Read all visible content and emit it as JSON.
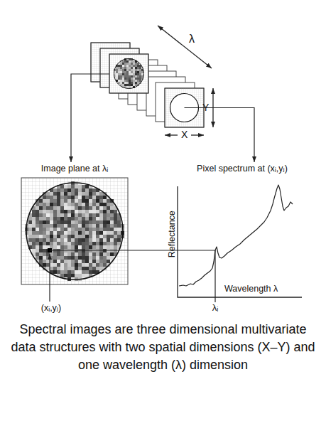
{
  "diagram": {
    "caption": "Spectral images are three dimensional multivariate data structures with two spatial dimensions (X–Y) and one wavelength (λ) dimension",
    "nodes": [
      {
        "text": [
          "λ",
          "Y",
          "X"
        ]
      },
      {
        "text": [
          "Image plane at λᵢ"
        ]
      },
      {
        "text": [
          "Pixel spectrum at (xᵢ,yⱼ)",
          "Reflectance",
          "Wavelength λ"
        ]
      }
    ],
    "edges": [
      {
        "from": 0,
        "to": 1,
        "arrow": "to"
      },
      {
        "from": 0,
        "to": 2,
        "arrow": "to"
      },
      {
        "from": 1,
        "to": 2,
        "arrow": "none"
      }
    ],
    "labels": [
      "(xᵢ,yⱼ)",
      "λᵢ"
    ]
  }
}
